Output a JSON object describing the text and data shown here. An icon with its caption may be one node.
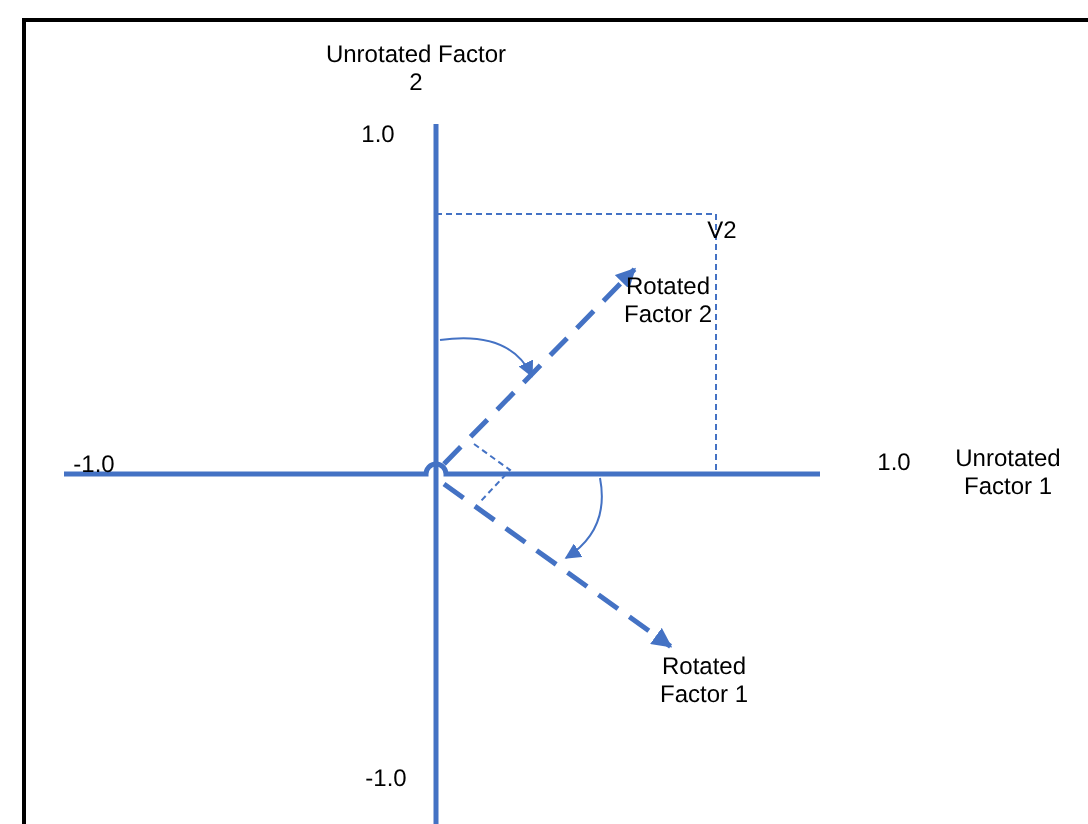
{
  "diagram": {
    "nodes": [
      {
        "text": [
          "Rotated Factor 2"
        ]
      },
      {
        "text": [
          "Rotated Factor 1"
        ]
      }
    ],
    "edges": [
      {
        "from": null,
        "to": 0,
        "arrow": "to",
        "style": "dashed"
      },
      {
        "from": null,
        "to": 1,
        "arrow": "to",
        "style": "dashed"
      }
    ],
    "labels": [
      "Unrotated Factor 2",
      "1.0",
      "V2",
      "-1.0",
      "1.0",
      "Unrotated Factor 1",
      "-1.0"
    ]
  }
}
